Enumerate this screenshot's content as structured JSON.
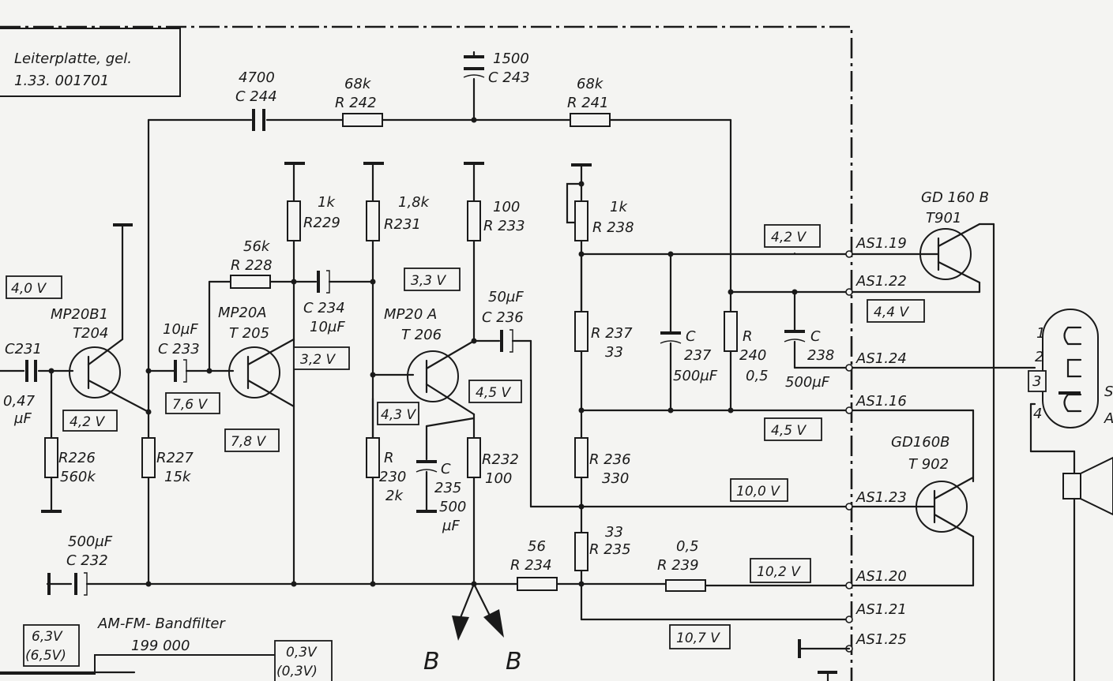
{
  "board": {
    "line1": "Leiterplatte, gel.",
    "line2": "1.33. 001701"
  },
  "components": {
    "c244": {
      "value": "4700",
      "ref": "C 244"
    },
    "r242": {
      "value": "68k",
      "ref": "R 242"
    },
    "c243": {
      "value": "1500",
      "ref": "C 243"
    },
    "r241": {
      "value": "68k",
      "ref": "R 241"
    },
    "r229": {
      "value": "1k",
      "ref": "R229"
    },
    "r231": {
      "value": "1,8k",
      "ref": "R231"
    },
    "r233": {
      "value": "100",
      "ref": "R 233"
    },
    "r238": {
      "value": "1k",
      "ref": "R 238"
    },
    "r228": {
      "value": "56k",
      "ref": "R 228"
    },
    "c234": {
      "ref": "C 234",
      "value": "10µF"
    },
    "c233": {
      "value": "10µF",
      "ref": "C 233"
    },
    "c236": {
      "value": "50µF",
      "ref": "C 236"
    },
    "c231": {
      "ref": "C231",
      "value1": "0,47",
      "value2": "µF"
    },
    "r237": {
      "ref": "R 237",
      "value": "33"
    },
    "c237": {
      "ref": "C",
      "num": "237",
      "value": "500µF"
    },
    "r240": {
      "ref": "R",
      "num": "240",
      "value": "0,5"
    },
    "c238": {
      "ref": "C",
      "num": "238",
      "value": "500µF"
    },
    "r226": {
      "ref": "R226",
      "value": "560k"
    },
    "r227": {
      "ref": "R227",
      "value": "15k"
    },
    "r230": {
      "ref": "R",
      "num": "230",
      "value": "2k"
    },
    "c235": {
      "ref": "C",
      "num": "235",
      "value1": "500",
      "value2": "µF"
    },
    "r232": {
      "ref": "R232",
      "value": "100"
    },
    "r236": {
      "ref": "R 236",
      "value": "330"
    },
    "r235": {
      "value": "33",
      "ref": "R 235"
    },
    "r234": {
      "value": "56",
      "ref": "R 234"
    },
    "r239": {
      "value": "0,5",
      "ref": "R 239"
    },
    "c232": {
      "value": "500µF",
      "ref": "C 232"
    }
  },
  "transistors": {
    "t204": {
      "type": "MP20B1",
      "ref": "T204"
    },
    "t205": {
      "type": "MP20A",
      "ref": "T 205"
    },
    "t206": {
      "type": "MP20 A",
      "ref": "T 206"
    },
    "t901": {
      "type": "GD 160 B",
      "ref": "T901"
    },
    "t902": {
      "type": "GD160B",
      "ref": "T 902"
    }
  },
  "voltages": {
    "v_4_0": "4,0 V",
    "v_4_2a": "4,2 V",
    "v_7_6": "7,6 V",
    "v_7_8": "7,8 V",
    "v_3_2": "3,2 V",
    "v_3_3": "3,3 V",
    "v_4_3": "4,3 V",
    "v_4_5a": "4,5 V",
    "v_4_2b": "4,2 V",
    "v_4_4": "4,4 V",
    "v_4_5b": "4,5 V",
    "v_10_0": "10,0 V",
    "v_10_2": "10,2 V",
    "v_10_7": "10,7 V",
    "v_6_3": "6,3V",
    "v_6_5": "(6,5V)",
    "v_0_3": "0,3V",
    "v_0_3b": "(0,3V)"
  },
  "terminals": {
    "as119": "AS1.19",
    "as122": "AS1.22",
    "as124": "AS1.24",
    "as116": "AS1.16",
    "as123": "AS1.23",
    "as120": "AS1.20",
    "as121": "AS1.21",
    "as125": "AS1.25"
  },
  "filter": {
    "name": "AM-FM- Bandfilter",
    "num": "199 000"
  },
  "connector": {
    "pins": [
      "1",
      "2",
      "3",
      "4"
    ]
  },
  "outputs": {
    "b1": "B",
    "b2": "B"
  },
  "edge_text": {
    "s": "S",
    "a": "A"
  }
}
